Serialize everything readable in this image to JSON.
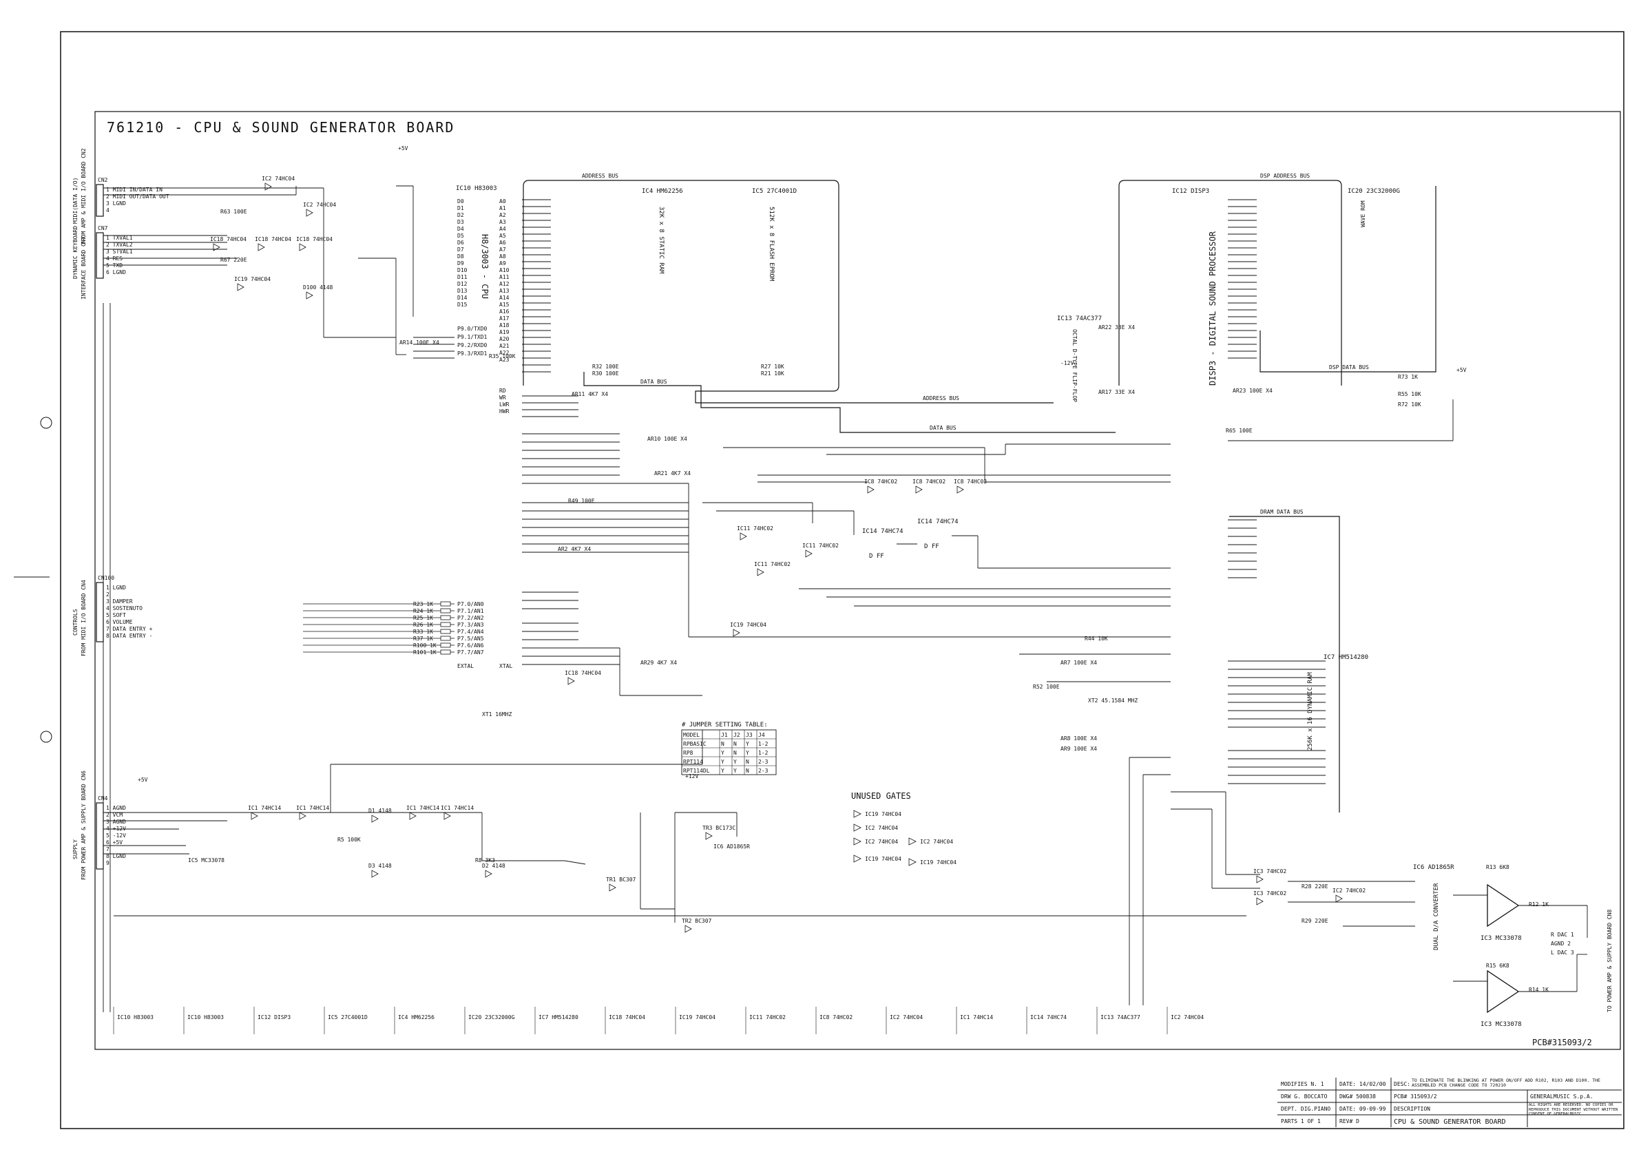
{
  "title": "761210 - CPU & SOUND GENERATOR BOARD",
  "pcb_code": "PCB#315093/2",
  "bus_labels": {
    "address_bus": "ADDRESS BUS",
    "address_bus_2": "ADDRESS BUS",
    "data_bus": "DATA BUS",
    "data_bus_2": "DATA BUS",
    "dsp_address_bus": "DSP ADDRESS BUS",
    "dsp_data_bus": "DSP DATA BUS",
    "dram_data_bus": "DRAM DATA BUS"
  },
  "connectors": {
    "cn2": {
      "ref": "CN2",
      "side_label": "MIDI(DATA I/O)",
      "side_label_2": "FROM AMP & MIDI I/O BOARD CN2",
      "pins": [
        "1  MIDI IN/DATA IN",
        "2  MIDI OUT/DATA OUT",
        "3  LGND",
        "4"
      ]
    },
    "cn7": {
      "ref": "CN7",
      "side_label": "DYNAMIC KEYBOARD",
      "side_label_2": "INTERFACE BOARD CN7",
      "pins": [
        "1  TXVAL1",
        "2  TXVAL2",
        "3  STVAL1",
        "4  RES",
        "5  TXD",
        "6  LGND"
      ]
    },
    "cn100": {
      "ref": "CN100",
      "side_label": "CONTROLS",
      "side_label_2": "FROM MIDI I/O BOARD CN4",
      "pins": [
        "1  LGND",
        "2",
        "3  DAMPER",
        "4  SOSTENUTO",
        "5  SOFT",
        "6  VOLUME",
        "7  DATA ENTRY +",
        "8  DATA ENTRY -"
      ]
    },
    "cn4": {
      "ref": "CN4",
      "side_label": "SUPPLY",
      "side_label_2": "FROM POWER AMP & SUPPLY BOARD CN6",
      "pins": [
        "1  AGND",
        "2  VCM",
        "3  AGND",
        "4  +12V",
        "5  -12V",
        "6  +5V",
        "7",
        "8  LGND",
        "9"
      ]
    },
    "cn8": {
      "ref": "CN8",
      "side_label": "TO POWER AMP & SUPPLY BOARD CN8",
      "pins": [
        "R DAC 1",
        "AGND 2",
        "L DAC 3"
      ]
    }
  },
  "ics": {
    "ic10": {
      "ref": "IC10 H83003",
      "vertical": "H8/3003 - CPU"
    },
    "ic4": {
      "ref": "IC4 HM62256",
      "vertical": "32K x 8 STATIC RAM"
    },
    "ic5": {
      "ref": "IC5 27C4001D",
      "vertical": "512K x 8 FLASH EPROM"
    },
    "ic12": {
      "ref": "IC12 DISP3",
      "vertical": "DISP3 - DIGITAL SOUND PROCESSOR"
    },
    "ic20": {
      "ref": "IC20 23C32000G",
      "vertical": "WAVE ROM"
    },
    "ic13": {
      "ref": "IC13 74AC377",
      "vertical": "OCTAL D-TYPE FLIP-FLOP"
    },
    "ic7": {
      "ref": "IC7 HM514280",
      "vertical": "256K x 16 DYNAMIC RAM"
    },
    "ic6": {
      "ref": "IC6 AD1865R",
      "vertical": "DUAL D/A CONVERTER"
    },
    "ic14a": {
      "ref": "IC14 74HC74"
    },
    "ic14b": {
      "ref": "IC14 74HC74"
    },
    "ic3a": {
      "ref": "IC3 MC33078"
    },
    "ic3b": {
      "ref": "IC3 MC33078"
    },
    "ic5_ps": {
      "ref": "IC5 MC33078"
    },
    "ic6_ps": {
      "ref": "IC6 AD1865R"
    }
  },
  "gate_labels": [
    "IC2 74HC04",
    "IC2 74HC04",
    "IC18 74HC04",
    "IC18 74HC04",
    "IC18 74HC04",
    "IC19 74HC04",
    "IC1 74HC14",
    "IC1 74HC14",
    "IC1 74HC14",
    "IC1 74HC14",
    "IC11 74HC02",
    "IC11 74HC02",
    "IC11 74HC02",
    "IC8 74HC02",
    "IC8 74HC02",
    "IC8 74HC02",
    "IC19 74HC04",
    "IC18 74HC04",
    "IC3 74HC02",
    "IC3 74HC02",
    "IC2 74HC02",
    "TR1 BC307",
    "TR2 BC307",
    "TR3 BC173C",
    "D100 4148",
    "D1 4148",
    "D3 4148",
    "D2 4148"
  ],
  "resistor_labels": [
    "R63 100E",
    "R67 220E",
    "R35 100K",
    "R32 100E",
    "R30 100E",
    "R27 10K",
    "R21 10K",
    "R49 100E",
    "R52 100E",
    "R44 10K",
    "R65 100E",
    "R73 1K",
    "R55 10K",
    "R72 10K",
    "R5 100K",
    "R8 3K3",
    "R28 220E",
    "R29 220E",
    "R13 6K8",
    "R12 1K",
    "R15 6K8",
    "R14 1K",
    "AR11 4K7 X4",
    "AR10 100E X4",
    "AR21 4K7 X4",
    "AR2 4K7 X4",
    "AR29 4K7 X4",
    "AR14 100E X4",
    "AR22 33E X4",
    "AR17 33E X4",
    "AR23 100E X4",
    "AR7 100E X4",
    "AR8 100E X4",
    "AR9 100E X4"
  ],
  "control_resistors": [
    "R23 1K",
    "R24 1K",
    "R25 1K",
    "R26 1K",
    "R33 1K",
    "R37 1K",
    "R100 1K",
    "R101 1K"
  ],
  "control_pins": [
    "P7.0/AN0",
    "P7.1/AN1",
    "P7.2/AN2",
    "P7.3/AN3",
    "P7.4/AN4",
    "P7.5/AN5",
    "P7.6/AN6",
    "P7.7/AN7"
  ],
  "crystals": [
    "XT1 16MHZ",
    "XT2 45.1584 MHZ"
  ],
  "unused_gates": {
    "title": "UNUSED GATES",
    "items": [
      "IC19 74HC04",
      "IC2 74HC04",
      "IC2 74HC04",
      "IC19 74HC04",
      "IC2 74HC04",
      "IC19 74HC04"
    ]
  },
  "jumper_table": {
    "title": "# JUMPER SETTING TABLE:",
    "columns": [
      "MODEL",
      "J1",
      "J2",
      "J3",
      "J4"
    ],
    "rows": [
      [
        "RPBASIC",
        "N",
        "N",
        "Y",
        "1-2"
      ],
      [
        "RP8",
        "Y",
        "N",
        "Y",
        "1-2"
      ],
      [
        "RPT114",
        "Y",
        "Y",
        "N",
        "2-3"
      ],
      [
        "RPT114DL",
        "Y",
        "Y",
        "N",
        "2-3"
      ]
    ]
  },
  "power_labels": [
    "+5V",
    "+12V",
    "-12V",
    "+5V",
    "+5V"
  ],
  "title_block": {
    "modifies": "MODIFIES N. 1",
    "date_mod": "DATE: 14/02/00",
    "desc_label": "DESC:",
    "desc": "TO ELIMINATE THE BLINKING AT POWER ON/OFF ADD R102, R103 AND D100. THE ASSEMBLED PCB CHANGE CODE TO 720210",
    "company": "GENERALMUSIC S.p.A.",
    "drw": "DRW G. BOCCATO",
    "dwg": "DWG# 500838",
    "pcb": "PCB# 315093/2",
    "dept": "DEPT. DIG.PIANO",
    "date": "DATE: 09-09-99",
    "description_label": "DESCRIPTION",
    "description": "CPU & SOUND GENERATOR BOARD",
    "parts": "PARTS 1 OF 1",
    "rev": "REV# D",
    "rights": "ALL RIGHTS ARE RESERVED. NO COPIES OR REPRODUCE THIS DOCUMENT WITHOUT WRITTEN CONSENT OF GENERALMUSIC"
  },
  "decoupling": [
    "IC10 H83003",
    "IC10 H83003",
    "IC12 DISP3",
    "IC5 27C4001D",
    "IC4 HM62256",
    "IC20 23C32000G",
    "IC7 HM514280",
    "IC18 74HC04",
    "IC19 74HC04",
    "IC11 74HC02",
    "IC8 74HC02",
    "IC2 74HC04",
    "IC1 74HC14",
    "IC14 74HC74",
    "IC13 74AC377",
    "IC2 74HC04"
  ]
}
